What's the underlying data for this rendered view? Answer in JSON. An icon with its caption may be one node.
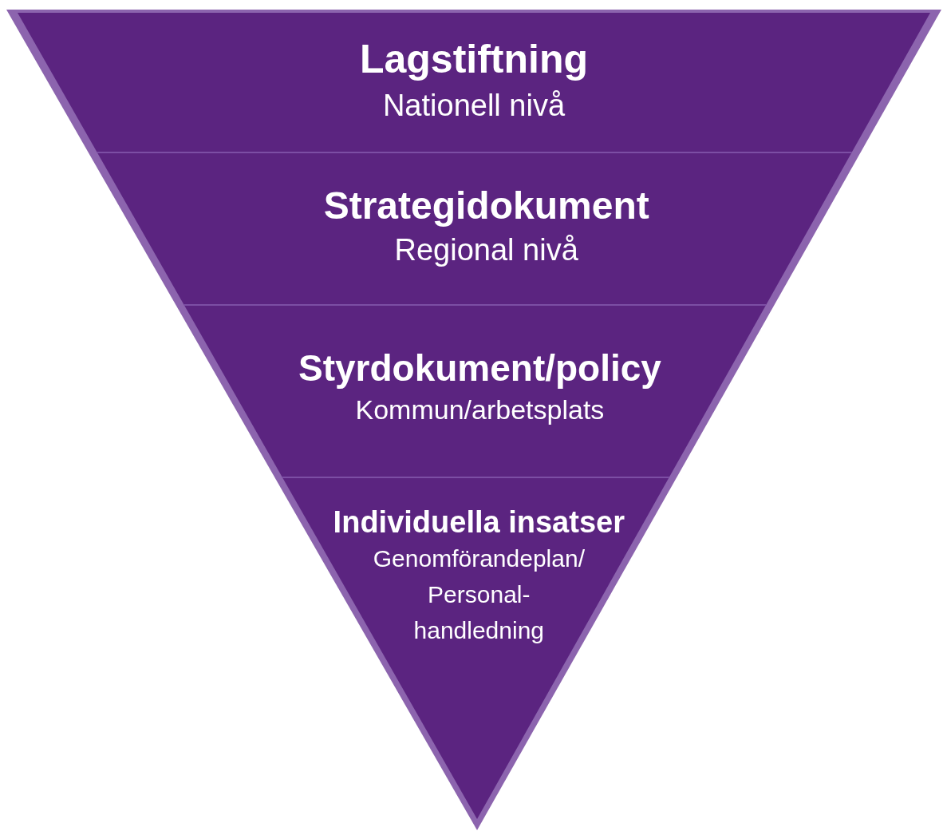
{
  "diagram": {
    "nodes": [
      {
        "text": [
          "Lagstiftning",
          "Nationell nivå"
        ]
      },
      {
        "text": [
          "Strategidokument",
          "Regional nivå"
        ]
      },
      {
        "text": [
          "Styrdokument/policy",
          "Kommun/arbetsplats"
        ]
      },
      {
        "text": [
          "Individuella insatser",
          "Genomförandeplan/ Personal- handledning"
        ]
      }
    ]
  }
}
